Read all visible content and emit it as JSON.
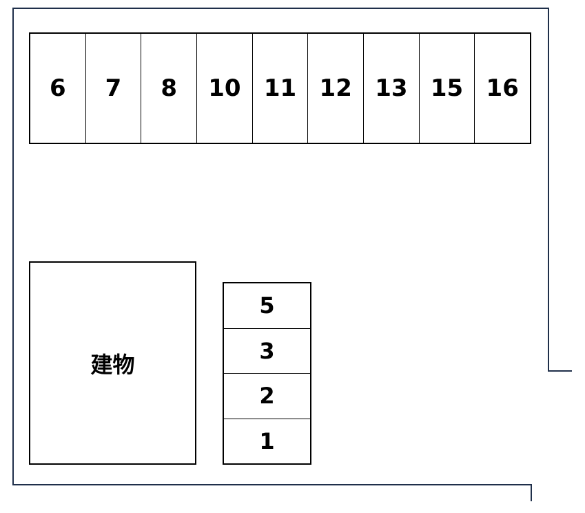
{
  "boundary_color": "#1f2f4a",
  "top_row": {
    "slots": [
      "6",
      "7",
      "8",
      "10",
      "11",
      "12",
      "13",
      "15",
      "16"
    ]
  },
  "column": {
    "slots": [
      "5",
      "3",
      "2",
      "1"
    ]
  },
  "building": {
    "label": "建物"
  }
}
